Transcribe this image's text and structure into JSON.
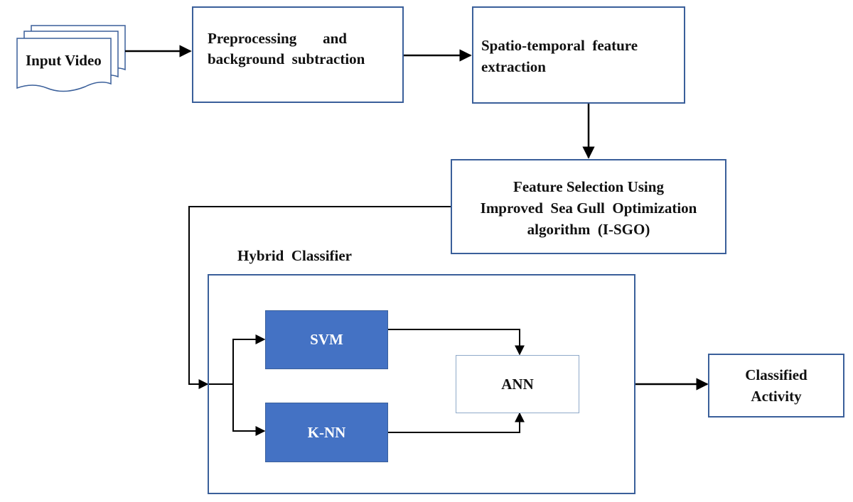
{
  "nodes": {
    "input_video": "Input Video",
    "preprocessing_line1": "Preprocessing  and",
    "preprocessing_line2": "background  subtraction",
    "spatio_line1": "Spatio-temporal  feature",
    "spatio_line2": "extraction",
    "feature_sel_line1": "Feature Selection Using",
    "feature_sel_line2": "Improved  Sea Gull  Optimization",
    "feature_sel_line3": "algorithm  (I-SGO)",
    "hybrid_label": "Hybrid  Classifier",
    "svm": "SVM",
    "knn": "K-NN",
    "ann": "ANN",
    "classified_line1": "Classified",
    "classified_line2": "Activity"
  },
  "colors": {
    "box_border": "#3a5f9a",
    "classifier_fill": "#4472c4",
    "arrow": "#000000"
  }
}
